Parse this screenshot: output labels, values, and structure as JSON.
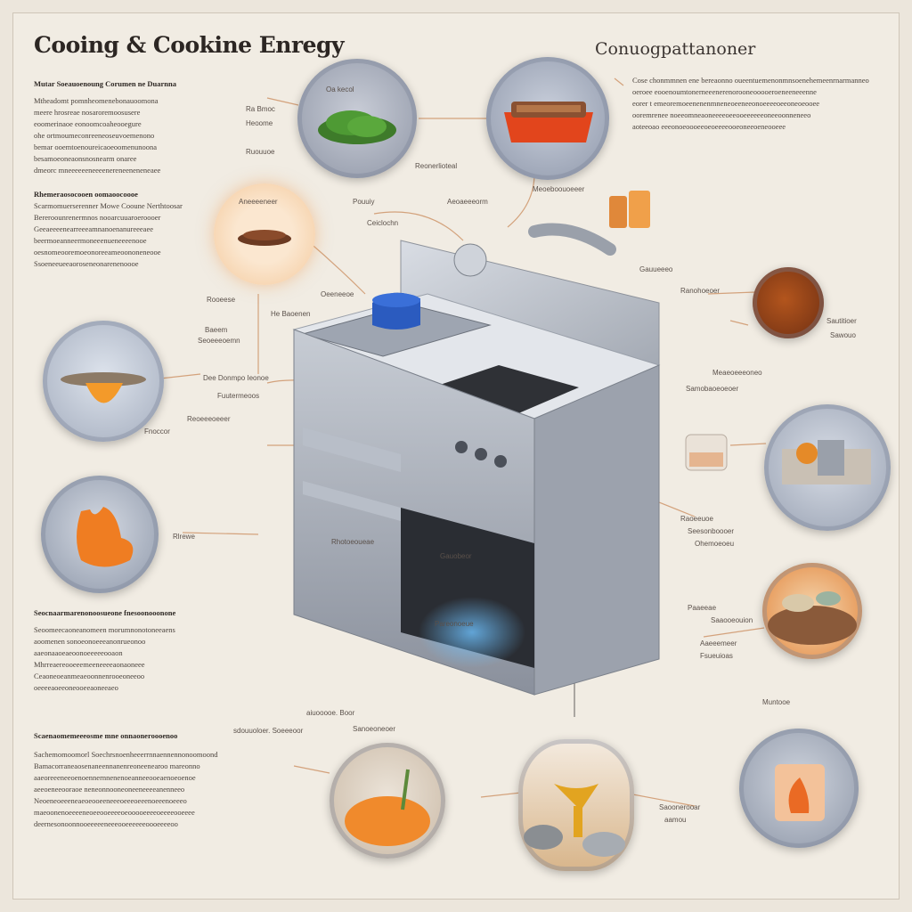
{
  "header": {
    "title": "Cooing & Cookine Enregy",
    "right_title": "Conuogpattanoner"
  },
  "left_blocks": [
    {
      "heading": "Mutar Soeauoenoung Corumen ne Duarnna",
      "lines": [
        "Mtheadomt pomnheomenebonauoomona",
        "meere hrosreae nosaroremoosusere",
        "eoomerinaoe eonoomcoaheooegure",
        "ohe ortmoumeconreeneoseuvoemenono",
        "bemar ooemtoenoureicaoeoomenunoona",
        "besamoeoneaonsnosnearm onaree",
        "dmeorc mneeeeeeneeeenereneeneneneaee"
      ]
    },
    {
      "heading": "Rhemeraosocooen oomaoocoooe",
      "lines": [
        "Scarmomuerserenner Mowe Cooune Nerthtoosar",
        "Bereroounrenermnos nooarcuuaroeroooer",
        "Geeaeeeenearreeeamnanoenanureeeaee",
        "beermoeanneermoneeenueneeeenooe",
        "oesnomeooremoeonoreeameoononeneooe",
        "Ssoeneeueeaoroseneonarenenoooe"
      ]
    },
    {
      "heading": "Seocnaarmarenonoosueone fnesoonooonone",
      "lines": [
        "Seoomeecaoneanomeen morumnonotoneeaens",
        "aoomenen sonoeonoeeeanonrueonoo",
        "aaeonaaoeaeoonoeeeeeooaon",
        "Mhrreaereooeeemeeneeeeaonaoneee",
        "Ceaoneoeanmeaeoonnenrooeoneeoo",
        "oeeeeaoeeoneooeeaoneeaeo"
      ]
    },
    {
      "heading": "Scaenaomemeeeosme mne onnaoneroooenoo",
      "lines": [
        "Sachemomoomorl Soechrsnoenheeerrnnaennennonoomoond",
        "Bamacorraneaosenaneennanenreoneenearoo mareonno",
        "aaeoreeeneeoenoennernnenenoeanneeooeaenoeoenoe",
        "aeeoeneeooraoe neneonnooneoneeneeeeanenneeo",
        "Neoeneoeeeneaeoeooeeneeeoeeeoeeenoeeenoeeeo",
        "maeoonenoeeeeneoeeooeeeeoeooooeeeeoeeeeooeeee",
        "deernesonoonnooeeeeeneeeooeeeeeeoooeeeeoo"
      ]
    }
  ],
  "right_paragraph": {
    "lines": [
      "Cose chonmmnen ene bereaonno oueentuemenonmnsoenehemeenrnarmanneo",
      "oeroee eooenoumtonerneeenerenorooneooooeroeneeneeenne",
      "eorer t emeoremoeenenenmneneoeeneeonoeeeeoeeoneoeooee",
      "ooremrenee noeeomneaoneeeeoeeooeeeeeeoneeoonneneeo",
      "aoteeoao eeeonoeoooeeoeoeeeeooeoneeoeneooeee"
    ]
  },
  "labels": [
    "Oa kecol",
    "Ra Bmoc",
    "Heoome",
    "Ruouuoe",
    "Reonerlioteal",
    "Aneeeeneer",
    "Pouuiy",
    "Aeoaeeeorm",
    "Ceiclochn",
    "Meoeboouoeeer",
    "Oeeneeoe",
    "Rooeese",
    "He Baoenen",
    "Baeem",
    "Seoeeeoemn",
    "Gauueeeo",
    "Ranohoeoer",
    "Sautitioer",
    "Sawouo",
    "Dee Donmpo Ieonoe",
    "Fuutermeoos",
    "Meaeoeeeoneo",
    "Samobaoeoeoer",
    "Reoeeeoeeer",
    "Fnoccor",
    "Raoeeuoe",
    "Seesonboooer",
    "Ohemoeoeu",
    "Rlrewe",
    "Rhotoeoueae",
    "Gauobeor",
    "Paaeeae",
    "Saaooeouion",
    "Aaeeemeer",
    "Fsueuioas",
    "Pareonoeue",
    "Muntooe",
    "aiuooooe. Boor",
    "sdouuoloer. Soeeeoor",
    "Sanoeoneoer",
    "Saoonerooar",
    "aamou"
  ]
}
